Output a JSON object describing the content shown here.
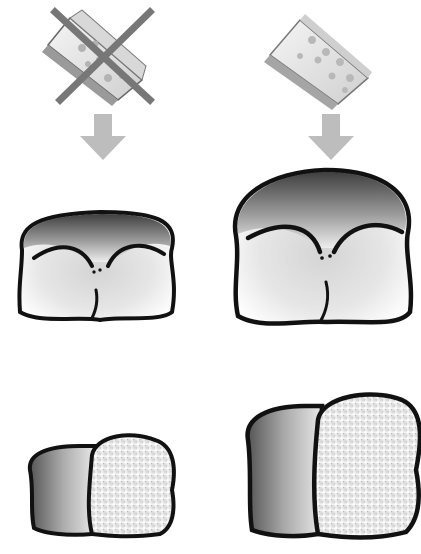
{
  "diagram": {
    "columns": [
      {
        "id": "left",
        "ingredient": "yeast-packet",
        "ingredient_crossed_out": true,
        "result_size": "small"
      },
      {
        "id": "right",
        "ingredient": "yeast-packet",
        "ingredient_crossed_out": false,
        "result_size": "large"
      }
    ],
    "rows": [
      "ingredient",
      "arrow",
      "loaf-front",
      "loaf-cut"
    ]
  },
  "colors": {
    "outline": "#111111",
    "packet_face": "#e6e6e6",
    "packet_dots": "#bdbdbd",
    "cross": "#777777",
    "arrow": "#bdbdbd",
    "crust_dark": "#5a5a5a",
    "crumb": "#f0f0f0"
  }
}
